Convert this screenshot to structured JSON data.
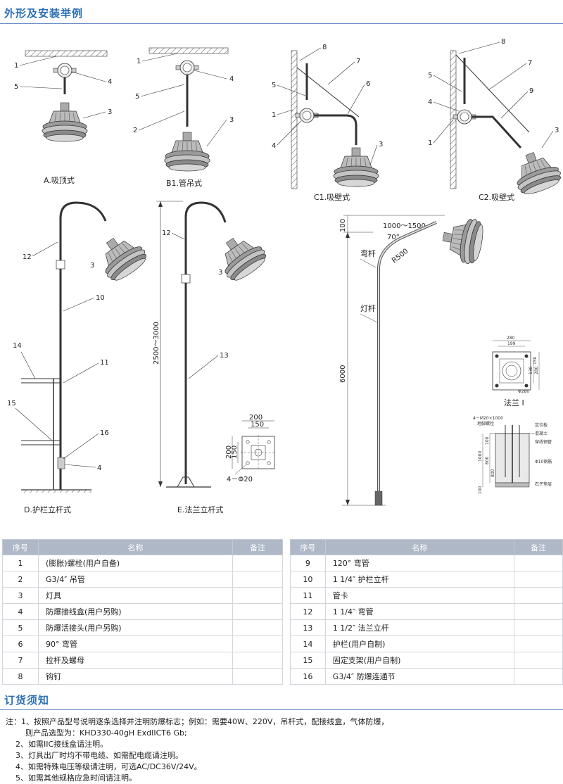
{
  "sections": {
    "install_title": "外形及安装举例",
    "order_title": "订货须知"
  },
  "figures": {
    "captions": {
      "a": "A.吸顶式",
      "b1": "B1.管吊式",
      "c1": "C1.吸壁式",
      "c2": "C2.吸壁式",
      "d": "D.护栏立杆式",
      "e": "E.法兰立杆式",
      "flange": "法兰 I"
    },
    "e_dims": {
      "height": "2500～3000",
      "w": "200",
      "w2": "150",
      "h": "200",
      "h2": "150",
      "holes": "4－Φ20"
    },
    "f_dims": {
      "top": "100",
      "reach": "1000～1500",
      "angle": "70°",
      "radius": "R500",
      "height": "6000",
      "bent_pole": "弯杆",
      "pole": "灯杆"
    },
    "flange_dims": {
      "d1": "280",
      "d2": "199",
      "d3": "138",
      "d4": "150",
      "d5": "Φ280",
      "anchor": "4－M20×1000"
    },
    "foundation": {
      "dims": [
        "1000",
        "100",
        "600",
        "800",
        "100"
      ],
      "labels": [
        "地脚螺栓",
        "定位板",
        "混凝土",
        "穿线钢管",
        "Φ10钢筋",
        "石子垫层"
      ]
    }
  },
  "table_headers": {
    "no": "序号",
    "name": "名称",
    "note": "备注"
  },
  "parts_left": [
    {
      "no": "1",
      "name": "(膨胀)螺栓(用户自备)",
      "note": ""
    },
    {
      "no": "2",
      "name": "G3/4″ 吊管",
      "note": ""
    },
    {
      "no": "3",
      "name": "灯具",
      "note": ""
    },
    {
      "no": "4",
      "name": "防爆接线盒(用户另购)",
      "note": ""
    },
    {
      "no": "5",
      "name": "防爆活接头(用户另购)",
      "note": ""
    },
    {
      "no": "6",
      "name": "90° 弯管",
      "note": ""
    },
    {
      "no": "7",
      "name": "拉杆及螺母",
      "note": ""
    },
    {
      "no": "8",
      "name": "钩钉",
      "note": ""
    }
  ],
  "parts_right": [
    {
      "no": "9",
      "name": "120° 弯管",
      "note": ""
    },
    {
      "no": "10",
      "name": "1 1/4″ 护栏立杆",
      "note": ""
    },
    {
      "no": "11",
      "name": "管卡",
      "note": ""
    },
    {
      "no": "12",
      "name": "1 1/4″ 弯管",
      "note": ""
    },
    {
      "no": "13",
      "name": "1 1/2″ 法兰立杆",
      "note": ""
    },
    {
      "no": "14",
      "name": "护栏(用户自制)",
      "note": ""
    },
    {
      "no": "15",
      "name": "固定支架(用户自制)",
      "note": ""
    },
    {
      "no": "16",
      "name": "G3/4″ 防爆连通节",
      "note": ""
    }
  ],
  "notes": [
    "注：1、按照产品型号说明逐条选择并注明防爆标志；例如：需要40W、220V，吊杆式，配接线盒，气体防爆，",
    "        则产品选型为：KHD330-40gH ExdIICT6 Gb;",
    "    2、如需IIC接线盒请注明。",
    "    3、灯具出厂时均不带电缆、如需配电缆请注明。",
    "    4、如需特殊电压等级请注明，可选AC/DC36V/24V。",
    "    5、如需其他规格应急时间请注明。"
  ]
}
